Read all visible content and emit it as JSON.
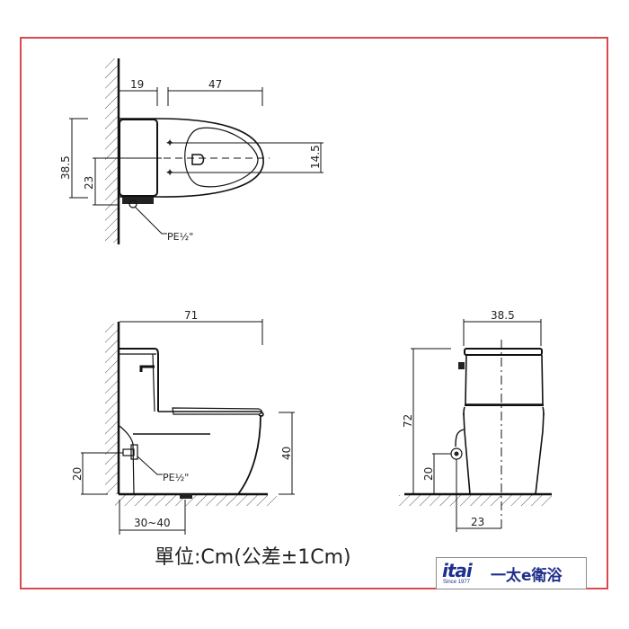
{
  "frame": {
    "border_color": "#d9494f"
  },
  "top_view": {
    "dim_wall_to_tank": "19",
    "dim_bowl_length": "47",
    "dim_total_width": "38.5",
    "dim_supply_height": "23",
    "dim_seat_bolt_spacing": "14.5",
    "supply_label": "PE½\""
  },
  "side_view": {
    "dim_total_length": "71",
    "dim_seat_height": "40",
    "dim_supply_height": "20",
    "dim_rough_in": "30~40",
    "supply_label": "PE½\""
  },
  "front_view": {
    "dim_width": "38.5",
    "dim_total_height": "72",
    "dim_supply_height": "20",
    "dim_supply_offset": "23"
  },
  "footer": {
    "unit_note": "單位:Cm(公差±1Cm)",
    "logo": {
      "brand": "itai",
      "since": "Since 1977",
      "company": "一太e衛浴",
      "color": "#1f2f8c"
    }
  }
}
